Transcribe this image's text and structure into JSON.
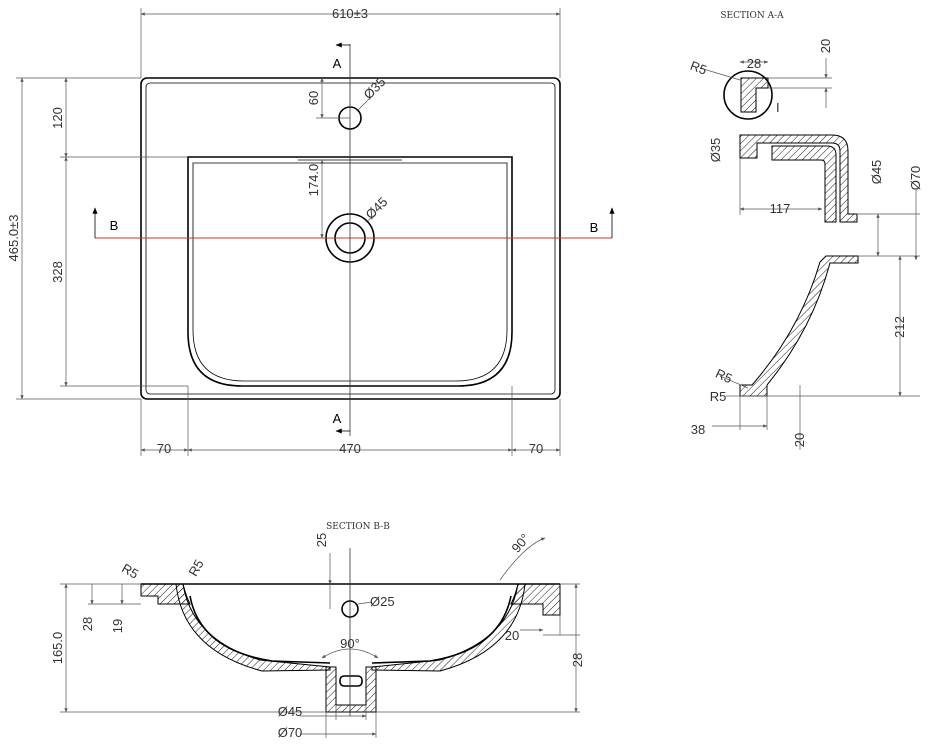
{
  "sections": {
    "a_title": "SECTION A-A",
    "b_title": "SECTION B-B"
  },
  "plan": {
    "width": "610±3",
    "height": "465.0±3",
    "top_offset": "120",
    "basin_depth": "328",
    "tap_offset": "60",
    "tap_hole": "Ø35",
    "drain_offset": "174.0",
    "drain_hole": "Ø45",
    "side_left": "70",
    "basin_width": "470",
    "side_right": "70",
    "label_a_top": "A",
    "label_a_bottom": "A",
    "label_b_left": "B",
    "label_b_right": "B"
  },
  "section_a": {
    "rim_width": "28",
    "rim_height": "20",
    "radius_top": "R5",
    "tap_bore": "Ø35",
    "depth_117": "117",
    "drain_inner": "Ø45",
    "drain_outer": "Ø70",
    "bowl_height": "212",
    "radius_foot_1": "R5",
    "radius_foot_2": "R5",
    "foot_width": "38",
    "foot_height": "20",
    "mark_i": "I"
  },
  "section_b": {
    "r_left": "R5",
    "r_mid": "R5",
    "overflow_offset": "25",
    "overflow_hole": "Ø25",
    "angle_top": "90°",
    "angle_bottom": "90°",
    "total_height": "165.0",
    "rim_28": "28",
    "rim_19": "19",
    "side_20": "20",
    "right_28": "28",
    "drain_inner": "Ø45",
    "drain_outer": "Ø70"
  }
}
